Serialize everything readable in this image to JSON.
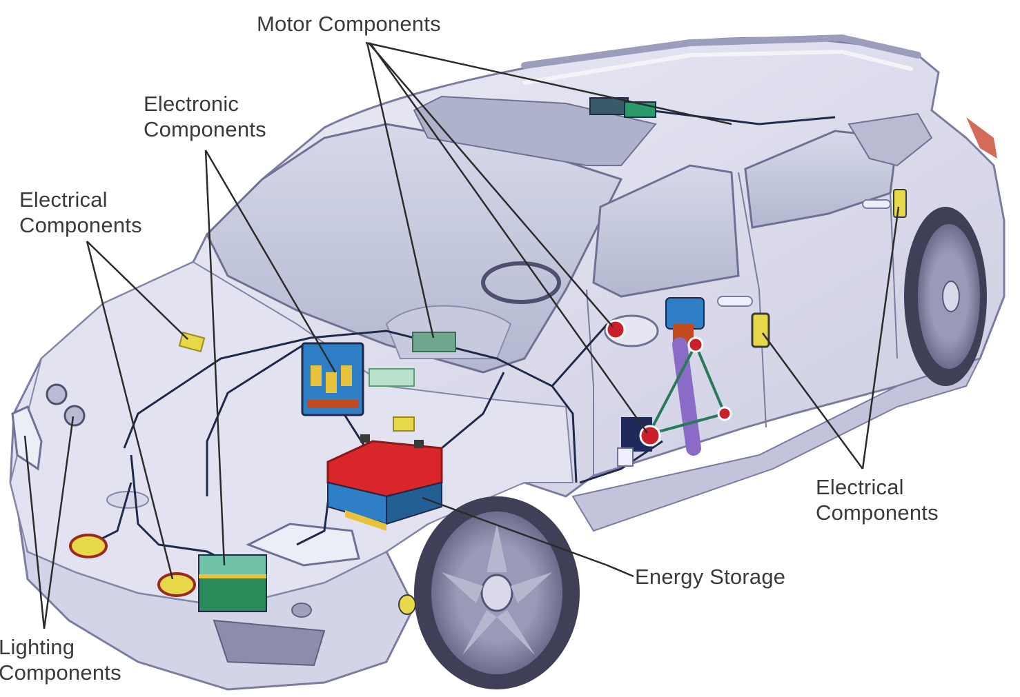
{
  "labels": {
    "motor": "Motor Components",
    "electronic_line1": "Electronic",
    "electronic_line2": "Components",
    "electrical_left_line1": "Electrical",
    "electrical_left_line2": "Components",
    "electrical_right_line1": "Electrical",
    "electrical_right_line2": "Components",
    "energy": "Energy Storage",
    "lighting_line1": "Lighting",
    "lighting_line2": "Components"
  },
  "colors": {
    "body": "#dcdcf0",
    "body_shade": "#b9b9d6",
    "glass": "#c4c8dd",
    "outline": "#6f7093",
    "wire": "#1f2a4a",
    "leader": "#2b2b2b",
    "battery_top": "#d9262b",
    "battery_body": "#2f7fc6",
    "module_green": "#2a9a6b",
    "module_yellow": "#e7d84a",
    "strut_purple": "#8a6cc7"
  }
}
